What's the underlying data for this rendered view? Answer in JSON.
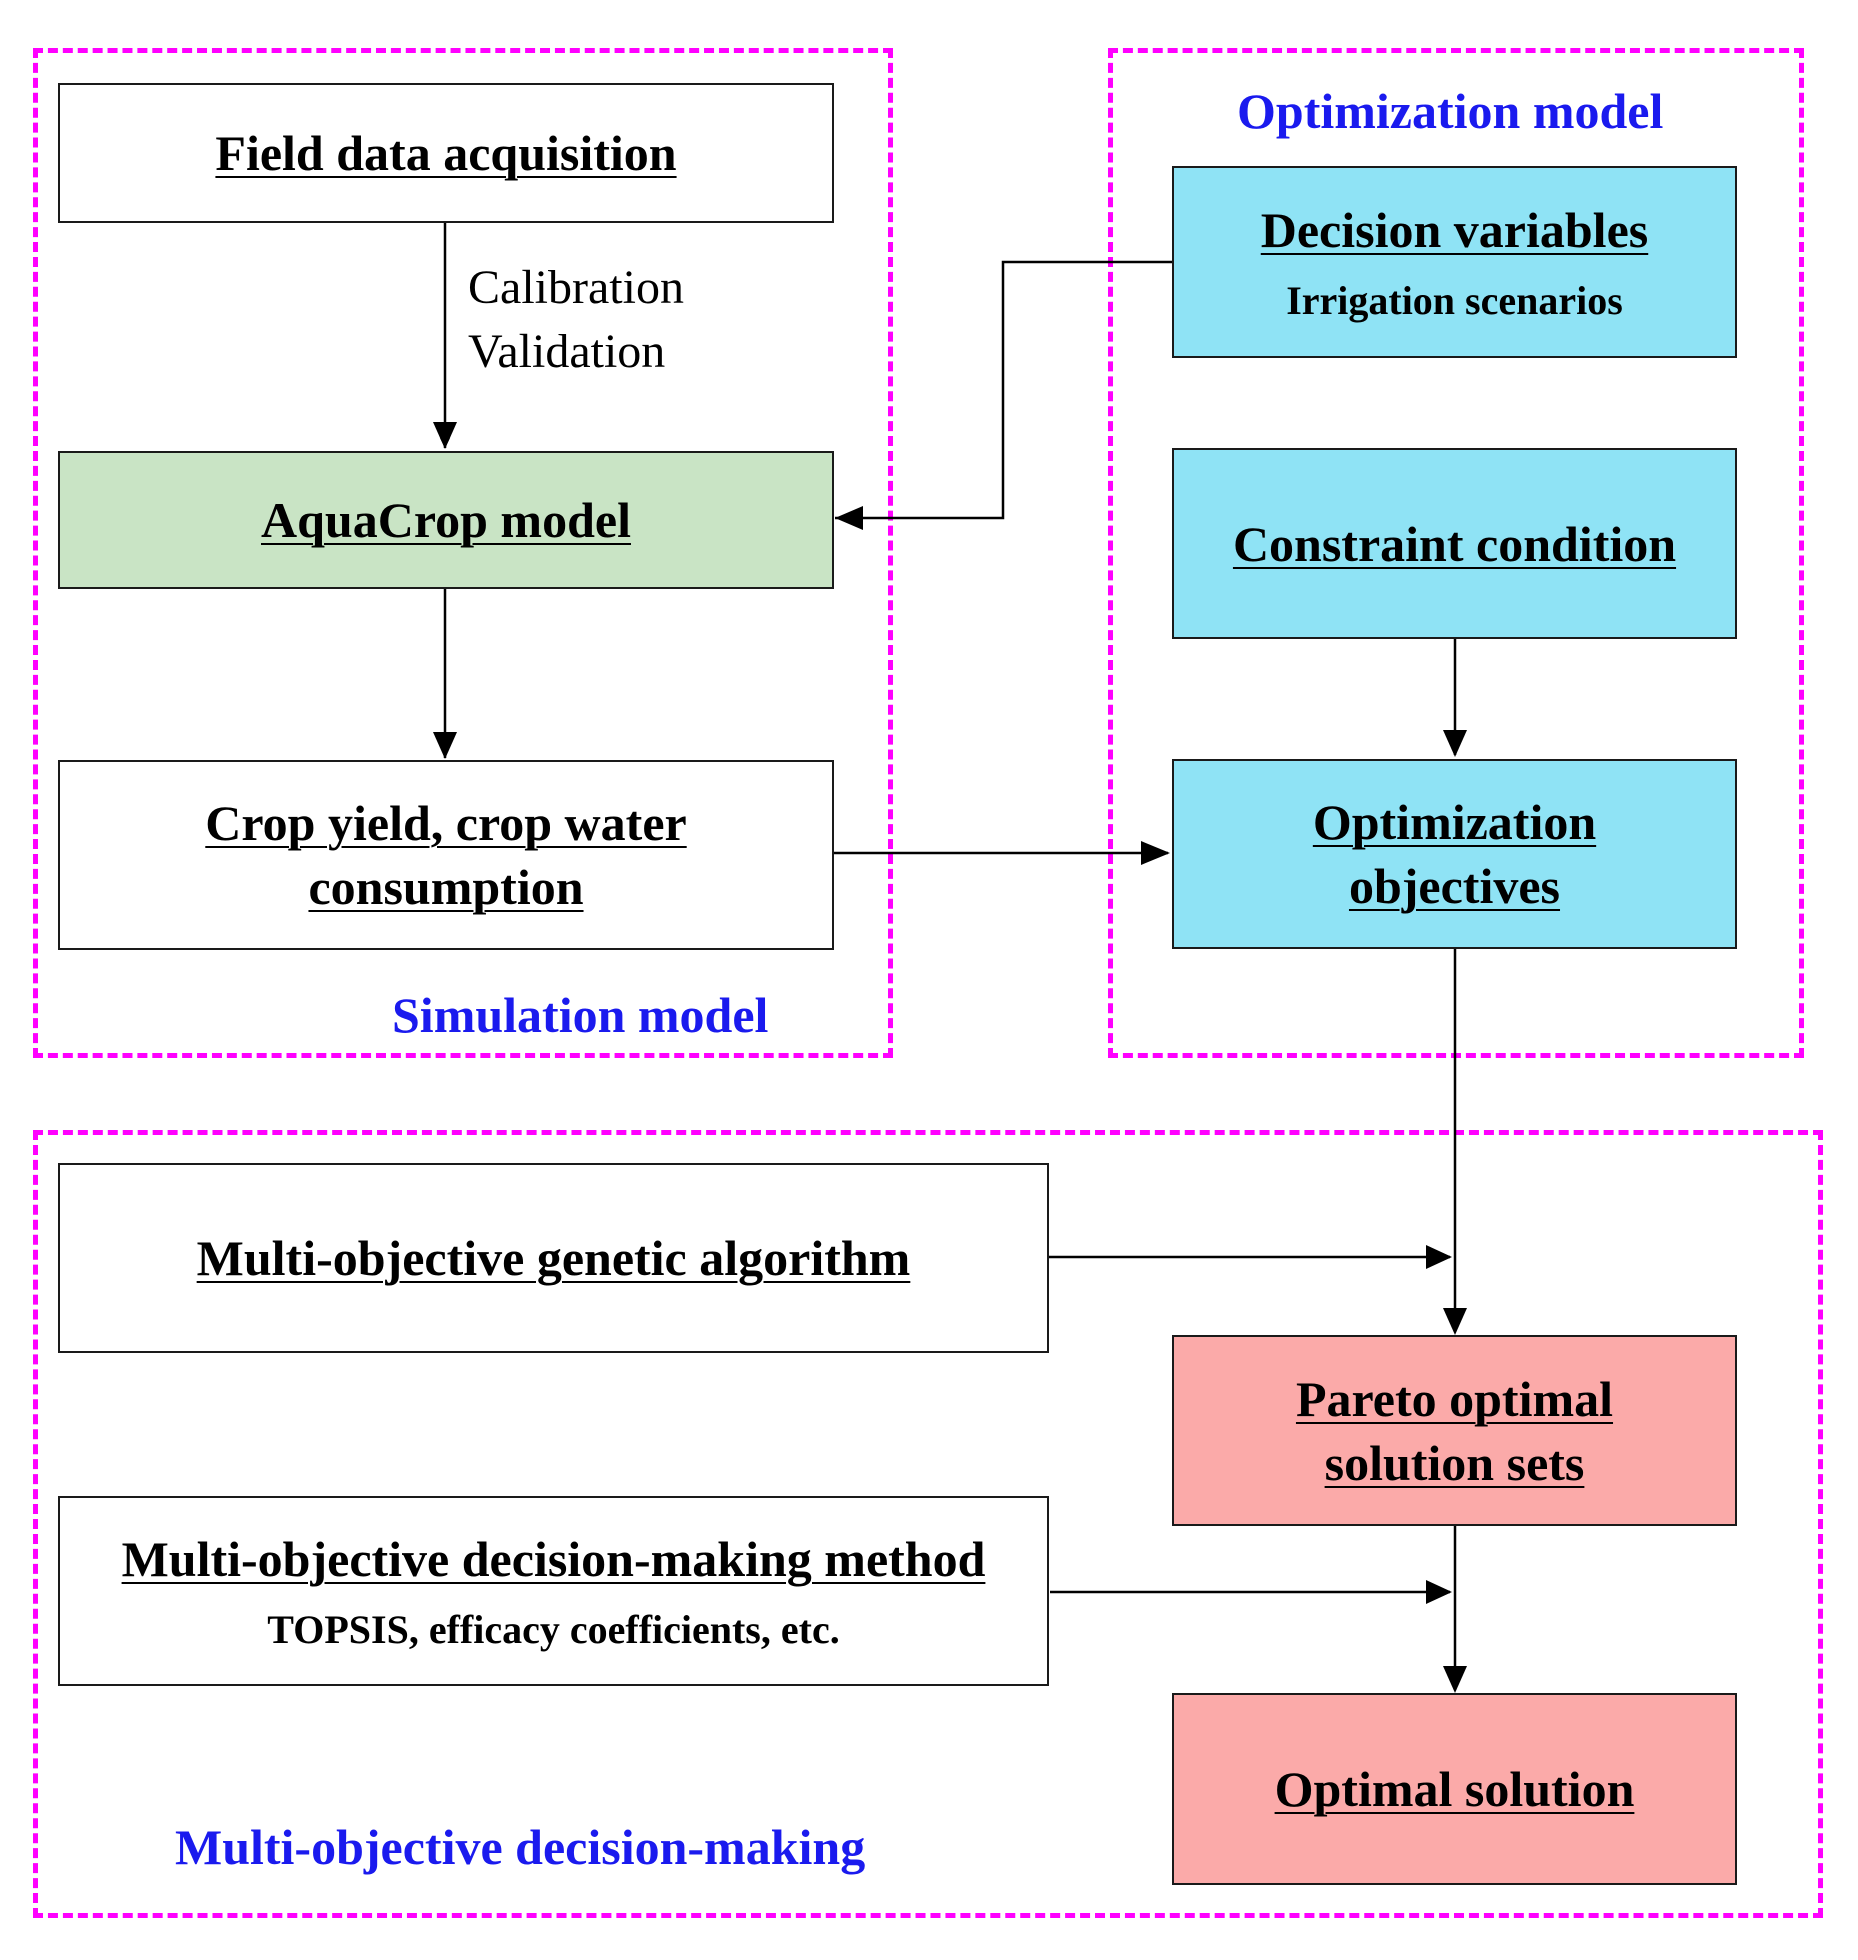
{
  "groups": {
    "simulation": {
      "label": "Simulation model"
    },
    "optimization": {
      "label": "Optimization model"
    },
    "decision": {
      "label": "Multi-objective decision-making"
    }
  },
  "nodes": {
    "field_data": {
      "title": "Field data acquisition"
    },
    "aquacrop": {
      "title": "AquaCrop model"
    },
    "crop_yield": {
      "title_line1": "Crop yield, crop water",
      "title_line2": "consumption"
    },
    "decision_variables": {
      "title": "Decision variables",
      "subtitle": "Irrigation scenarios"
    },
    "constraint": {
      "title": "Constraint condition"
    },
    "objectives": {
      "title_line1": "Optimization",
      "title_line2": "objectives"
    },
    "moga": {
      "title": "Multi-objective genetic algorithm"
    },
    "modm": {
      "title": "Multi-objective decision-making method",
      "subtitle": "TOPSIS, efficacy coefficients, etc."
    },
    "pareto": {
      "title_line1": "Pareto optimal",
      "title_line2": "solution sets"
    },
    "optimal": {
      "title": "Optimal solution"
    }
  },
  "edge_labels": {
    "calibration": "Calibration",
    "validation": "Validation"
  },
  "colors": {
    "group_border": "#ff00ff",
    "group_label": "#1a1aee",
    "green": "#c9e4c5",
    "blue": "#8fe3f5",
    "red": "#fbaaa9"
  }
}
